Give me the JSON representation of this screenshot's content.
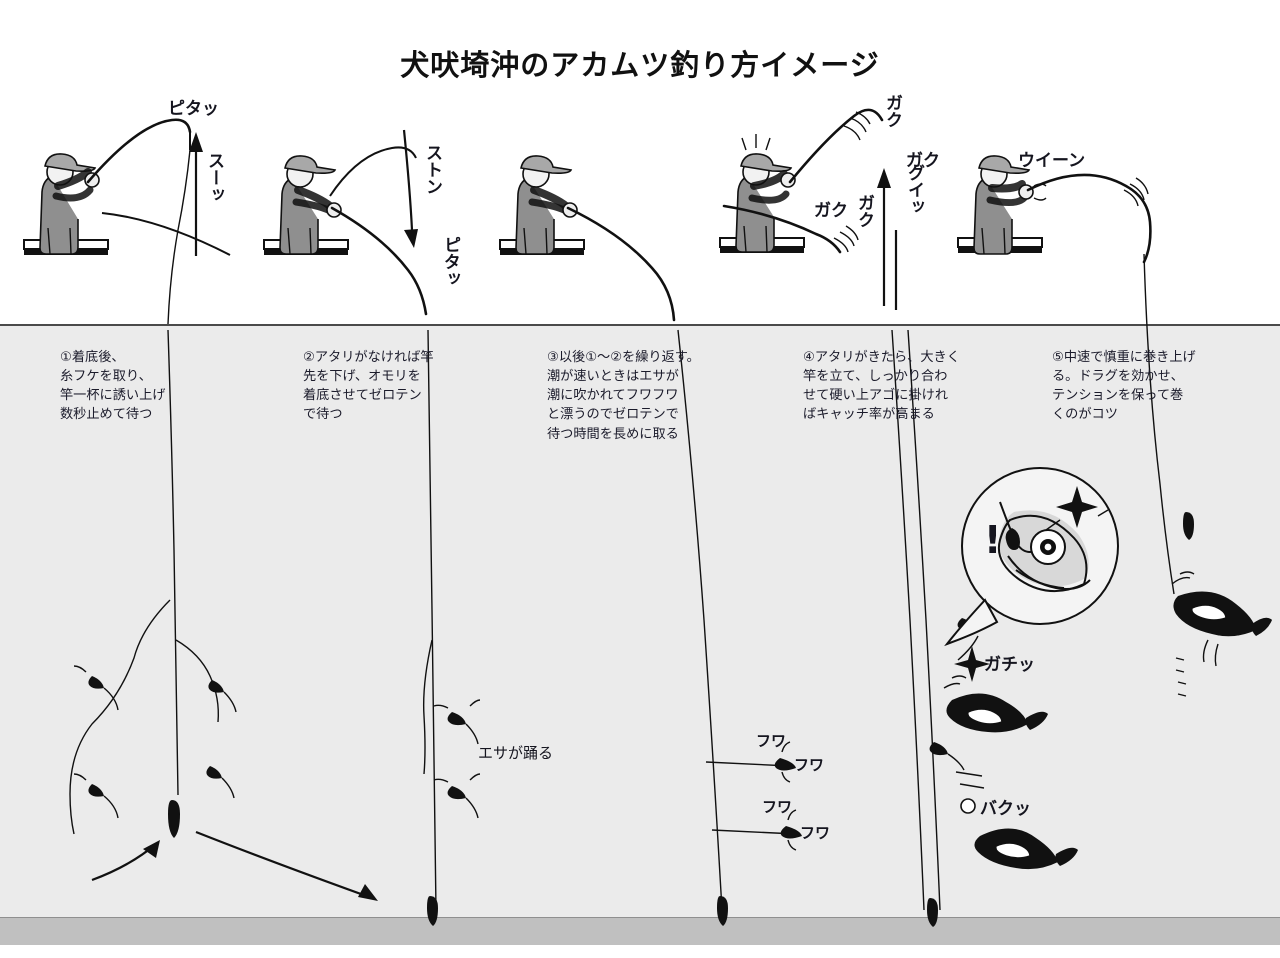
{
  "figure": {
    "title": "犬吠埼沖のアカムツ釣り方イメージ",
    "type": "instructional-diagram",
    "background_color": "#ffffff",
    "water_color": "#ebebeb",
    "seabed_color": "#c0c0c0",
    "line_color": "#111111"
  },
  "steps": [
    {
      "number": "①",
      "text": "①着底後、\n 糸フケを取り、\n 竿一杯に誘い上げ\n 数秒止めて待つ",
      "sfx": [
        "ピタッ",
        "スーッ"
      ],
      "water_note": ""
    },
    {
      "number": "②",
      "text": "②アタリがなければ竿\n 先を下げ、オモリを\n 着底させてゼロテン\n で待つ",
      "sfx": [
        "ストン",
        "ピタッ"
      ],
      "water_note": "エサが踊る"
    },
    {
      "number": "③",
      "text": "③以後①〜②を繰り返す。\n 潮が速いときはエサが\n 潮に吹かれてフワフワ\n と漂うのでゼロテンで\n 待つ時間を長めに取る",
      "sfx": [],
      "water_note": ""
    },
    {
      "number": "④",
      "text": "④アタリがきたら、大きく\n 竿を立て、しっかり合わ\n せて硬い上アゴに掛けれ\n ばキャッチ率が高まる",
      "sfx": [
        "ガク",
        "ガク",
        "ガク",
        "ガク",
        "グイッ"
      ],
      "water_note": ""
    },
    {
      "number": "⑤",
      "text": "⑤中速で慎重に巻き上げ\n る。ドラグを効かせ、\n テンションを保って巻\n くのがコツ",
      "sfx": [
        "ウイーン"
      ],
      "water_note": ""
    }
  ],
  "labels": {
    "pita_1": "ピタッ",
    "suu": "スーッ",
    "ston": "ストン",
    "pita_2": "ピタッ",
    "esa_odoru": "エサが踊る",
    "fuwa_1": "フワ",
    "fuwa_2": "フワ",
    "fuwa_3": "フワ",
    "fuwa_4": "フワ",
    "gaku_1": "ガク",
    "gaku_2": "ガク",
    "gaku_3": "ガク",
    "gaku_4": "ガク",
    "guitt": "グイッ",
    "gachitt": "ガチッ",
    "bakutt": "バクッ",
    "uiin": "ウイーン",
    "exclaim": "!"
  }
}
